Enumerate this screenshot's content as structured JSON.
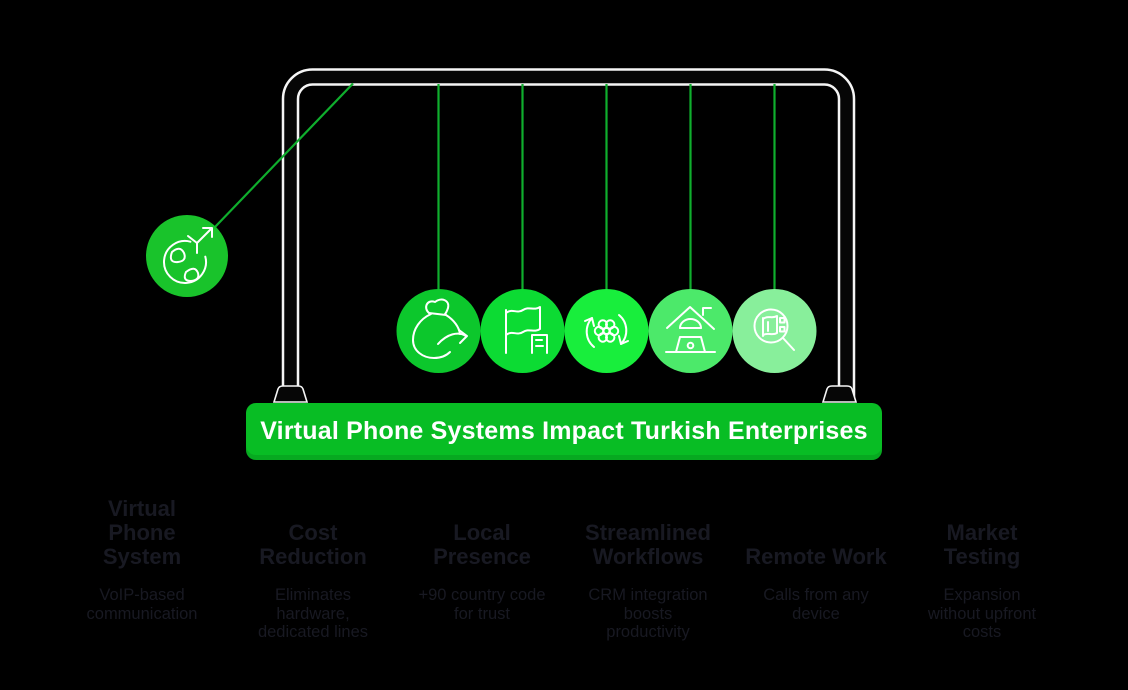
{
  "canvas": {
    "background": "#000000"
  },
  "banner": {
    "title": "Virtual Phone Systems Impact Turkish Enterprises",
    "bg": "#08bd24",
    "text_color": "#ffffff"
  },
  "cradle": {
    "frame_color": "#060606",
    "frame_outline": "#f5f5f5",
    "string_color": "#0fae2d",
    "icon_stroke": "#ffffff",
    "balls": [
      {
        "name": "virtual-phone-system",
        "icon": "globe-launch-icon",
        "color": "#19c32b"
      },
      {
        "name": "cost-reduction",
        "icon": "money-bag-icon",
        "color": "#0cc72c"
      },
      {
        "name": "local-presence",
        "icon": "map-flag-icon",
        "color": "#0cdb33"
      },
      {
        "name": "streamlined-workflows",
        "icon": "gear-sync-icon",
        "color": "#18ee3c"
      },
      {
        "name": "remote-work",
        "icon": "home-office-icon",
        "color": "#4ce96a"
      },
      {
        "name": "market-testing",
        "icon": "magnifier-flag-icon",
        "color": "#88ef9b"
      }
    ]
  },
  "columns": {
    "text_color": "#181922",
    "items": [
      {
        "heading": "Virtual\nPhone\nSystem",
        "sub": "VoIP-based\ncommunication"
      },
      {
        "heading": "Cost\nReduction",
        "sub": "Eliminates\nhardware,\ndedicated lines"
      },
      {
        "heading": "Local\nPresence",
        "sub": "+90 country code\nfor trust"
      },
      {
        "heading": "Streamlined\nWorkflows",
        "sub": "CRM integration\nboosts\nproductivity"
      },
      {
        "heading": "Remote Work",
        "sub": "Calls from any\ndevice"
      },
      {
        "heading": "Market\nTesting",
        "sub": "Expansion\nwithout upfront\ncosts"
      }
    ]
  }
}
